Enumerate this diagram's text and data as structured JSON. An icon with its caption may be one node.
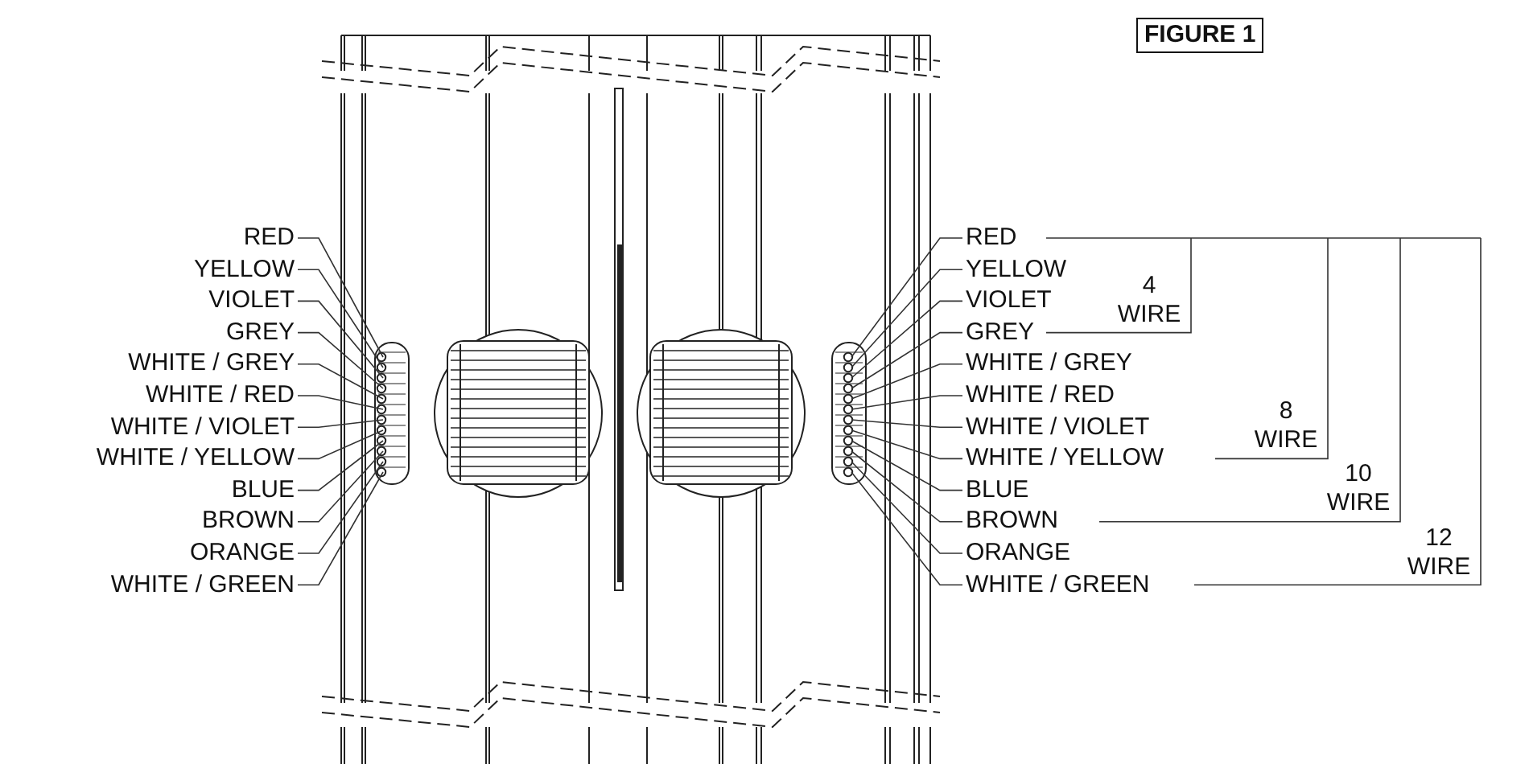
{
  "diagram": {
    "title": "FIGURE 1",
    "nodes": [
      {
        "text": [
          "RED"
        ]
      },
      {
        "text": [
          "YELLOW"
        ]
      },
      {
        "text": [
          "VIOLET"
        ]
      },
      {
        "text": [
          "GREY"
        ]
      },
      {
        "text": [
          "WHITE / GREY"
        ]
      },
      {
        "text": [
          "WHITE / RED"
        ]
      },
      {
        "text": [
          "WHITE / VIOLET"
        ]
      },
      {
        "text": [
          "WHITE / YELLOW"
        ]
      },
      {
        "text": [
          "BLUE"
        ]
      },
      {
        "text": [
          "BROWN"
        ]
      },
      {
        "text": [
          "ORANGE"
        ]
      },
      {
        "text": [
          "WHITE / GREEN"
        ]
      },
      {
        "text": [
          "RED"
        ]
      },
      {
        "text": [
          "YELLOW"
        ]
      },
      {
        "text": [
          "VIOLET"
        ]
      },
      {
        "text": [
          "GREY"
        ]
      },
      {
        "text": [
          "WHITE / GREY"
        ]
      },
      {
        "text": [
          "WHITE / RED"
        ]
      },
      {
        "text": [
          "WHITE / VIOLET"
        ]
      },
      {
        "text": [
          "WHITE / YELLOW"
        ]
      },
      {
        "text": [
          "BLUE"
        ]
      },
      {
        "text": [
          "BROWN"
        ]
      },
      {
        "text": [
          "ORANGE"
        ]
      },
      {
        "text": [
          "WHITE / GREEN"
        ]
      }
    ],
    "edges": [
      {
        "from": 0,
        "to": null,
        "arrow": "none"
      },
      {
        "from": 1,
        "to": null,
        "arrow": "none"
      },
      {
        "from": 2,
        "to": null,
        "arrow": "none"
      },
      {
        "from": 3,
        "to": null,
        "arrow": "none"
      },
      {
        "from": 4,
        "to": null,
        "arrow": "none"
      },
      {
        "from": 5,
        "to": null,
        "arrow": "none"
      },
      {
        "from": 6,
        "to": null,
        "arrow": "none"
      },
      {
        "from": 7,
        "to": null,
        "arrow": "none"
      },
      {
        "from": 8,
        "to": null,
        "arrow": "none"
      },
      {
        "from": 9,
        "to": null,
        "arrow": "none"
      },
      {
        "from": 10,
        "to": null,
        "arrow": "none"
      },
      {
        "from": 11,
        "to": null,
        "arrow": "none"
      },
      {
        "from": 12,
        "to": null,
        "arrow": "none"
      },
      {
        "from": 13,
        "to": null,
        "arrow": "none"
      },
      {
        "from": 14,
        "to": null,
        "arrow": "none"
      },
      {
        "from": 15,
        "to": null,
        "arrow": "none"
      },
      {
        "from": 16,
        "to": null,
        "arrow": "none"
      },
      {
        "from": 17,
        "to": null,
        "arrow": "none"
      },
      {
        "from": 18,
        "to": null,
        "arrow": "none"
      },
      {
        "from": 19,
        "to": null,
        "arrow": "none"
      },
      {
        "from": 20,
        "to": null,
        "arrow": "none"
      },
      {
        "from": 21,
        "to": null,
        "arrow": "none"
      },
      {
        "from": 22,
        "to": null,
        "arrow": "none"
      },
      {
        "from": 23,
        "to": null,
        "arrow": "none"
      }
    ],
    "labels": [
      "4 WIRE",
      "8 WIRE",
      "10 WIRE",
      "12 WIRE"
    ]
  }
}
